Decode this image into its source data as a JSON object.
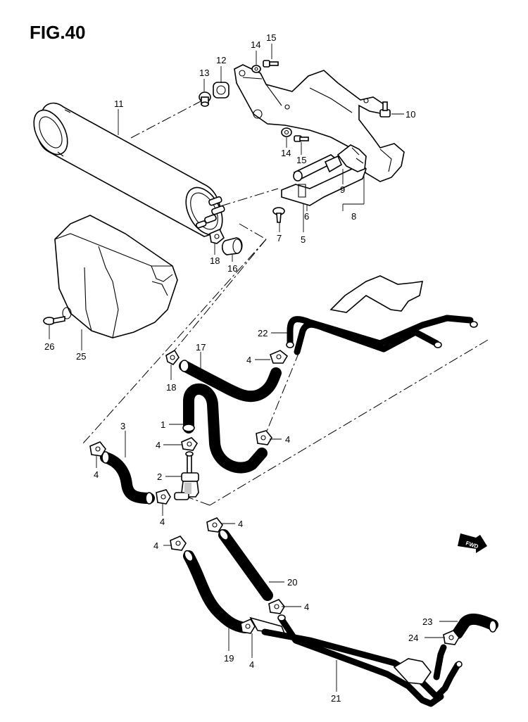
{
  "figure": {
    "title": "FIG.40",
    "fwd_label": "FWD"
  },
  "callouts": {
    "c1": "1",
    "c2": "2",
    "c3": "3",
    "c4a": "4",
    "c4b": "4",
    "c4c": "4",
    "c4d": "4",
    "c4e": "4",
    "c4f": "4",
    "c4g": "4",
    "c4h": "4",
    "c4i": "4",
    "c5": "5",
    "c6": "6",
    "c7": "7",
    "c8": "8",
    "c9": "9",
    "c10": "10",
    "c11": "11",
    "c12": "12",
    "c13": "13",
    "c14a": "14",
    "c14b": "14",
    "c15a": "15",
    "c15b": "15",
    "c16": "16",
    "c17": "17",
    "c18a": "18",
    "c18b": "18",
    "c19": "19",
    "c20": "20",
    "c21": "21",
    "c22": "22",
    "c23": "23",
    "c24": "24",
    "c25": "25",
    "c26": "26"
  }
}
